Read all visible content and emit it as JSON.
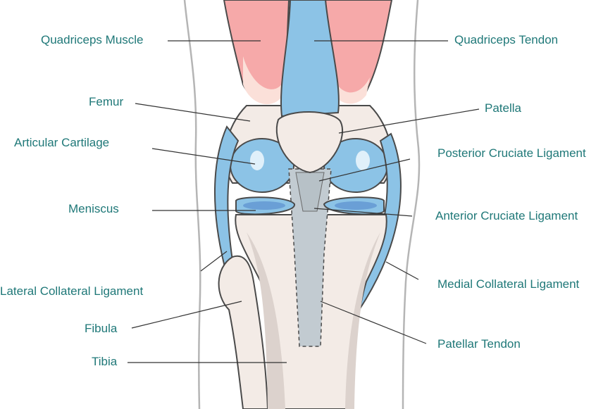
{
  "labels": {
    "quadriceps_muscle": "Quadriceps Muscle",
    "femur": "Femur",
    "articular_cartilage": "Articular Cartilage",
    "meniscus": "Meniscus",
    "lateral_collateral_ligament": "Lateral Collateral Ligament",
    "fibula": "Fibula",
    "tibia": "Tibia",
    "quadriceps_tendon": "Quadriceps Tendon",
    "patella": "Patella",
    "posterior_cruciate_ligament": "Posterior Cruciate Ligament",
    "anterior_cruciate_ligament": "Anterior Cruciate Ligament",
    "medial_collateral_ligament": "Medial Collateral Ligament",
    "patellar_tendon": "Patellar Tendon"
  },
  "colors": {
    "label": "#1f7878",
    "muscle": "#f6a9a9",
    "tendon": "#8cc3e6",
    "bone": "#f3ebe6",
    "bone_shade": "#dcd2cd",
    "ligament": "#c2cbd1",
    "outline": "#4a4a4a"
  }
}
